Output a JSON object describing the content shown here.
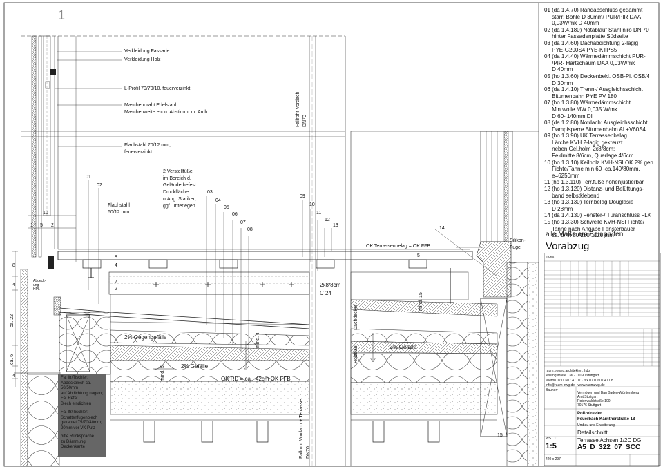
{
  "sheet": {
    "corner_number": "1"
  },
  "labels": {
    "verkleidung_fassade": "Verkleidung Fassade",
    "verkleidung_holz": "Verkleidung Holz",
    "l_profil": "L-Profil 70/70/10, feuerverzinkt",
    "maschendraht_1": "Maschendraht Edelstahl",
    "maschendraht_2": "Maschenweite etc n. Abstimm. m. Arch.",
    "fallrohr_top": "Fallrohr Vordach",
    "fallrohr_top_dn": "DN70",
    "flachstahl_70_1": "Flachstahl 70/12 mm,",
    "flachstahl_70_2": "feuerverzinkt",
    "versteller_1": "2 Verstellfüße",
    "versteller_2": "im Bereich d.",
    "versteller_3": "Geländerbefest.",
    "versteller_4": "Druckfläche",
    "versteller_5": "n.Ang. Statiker;",
    "versteller_6": "ggf. unterlegen",
    "flachstahl_60_1": "Flachstahl",
    "flachstahl_60_2": "60/12 mm",
    "ok_terrasse": "OK Terrassenbelag = OK FFB",
    "silikon_1": "Silikon-",
    "silikon_2": "Fuge",
    "holz_2x8": "2x8/8cm",
    "holz_c24": "C 24",
    "gefaelle_gegen": "2% Gegengefälle",
    "gefaelle_1": "2% Gefälle",
    "gefaelle_2": "2% Gefälle",
    "ok_rd": "OK RD = ca. -42cm OK FFB",
    "dachdecker": "Dachdecker",
    "holzbau": "Holzbau",
    "mind4": "mind. 4",
    "mind15": "mind. 15",
    "mind5": "mind. 5",
    "fallrohr_bottom": "Fallrohr Vordach + Terrasse",
    "fallrohr_bottom_dn": "DN70",
    "abdeck": "Abdeck-\nung\nHPL",
    "dim_ca22": "ca. 22",
    "dim_ca6": "ca. 6",
    "dim_8": "8",
    "dim_4a": "4",
    "dim_4b": "4",
    "dim_10": "10",
    "dim_1": "1",
    "dim_5": "5",
    "dim_2": "2",
    "dim_5b": "5",
    "dim_4c": "4",
    "dim_8b": "8",
    "dim_7": "7",
    "dim_2b": "2",
    "num_15": "15",
    "num_14": "14"
  },
  "callouts": [
    "01",
    "02",
    "03",
    "04",
    "05",
    "06",
    "07",
    "08",
    "09",
    "10",
    "11",
    "12",
    "13"
  ],
  "dark_note": [
    "Fa. Ifr/Tischler:",
    "Abdeckblech ca. 50/50mm",
    "auf Abdichtung nageln;",
    "Fa. Refa:",
    "Blech eindichten",
    "",
    "Fa. Ifr/Tischler:",
    "Schattenfugenblech",
    "gekantet 75/70/40mm;",
    "20mm vor VK Putz",
    "",
    "bitte Rücksprache",
    "zu Dämmung",
    "Deckenkante"
  ],
  "legend": [
    "01 (da 1.4.70) Randabschluss gedämmt",
    "     starr: Bohle D 30mm/ PUR/PIR DAA",
    "     0,03W/mk D 40mm",
    "02 (da 1.4.180) Notablauf Stahl niro DN 70",
    "     hinter Fassadenplatte Südseite",
    "03 (da 1.4.60) Dachabdichtung 2-lagig",
    "     PYE-G200S4 PYE-KTPS5",
    "04 (da 1.4.40) Wärmedämmschicht PUR-",
    "     /PIR- Hartschaum DAA 0,03W/mk",
    "     D 40mm",
    "05 (ho 1.3.60) Deckenbekl. OSB-Pl. OSB/4",
    "     D 30mm",
    "06 (da 1.4.10) Trenn-/ Ausgleichsschicht",
    "     Bitumenbahn PYE PV 180",
    "07 (ho 1.3.80) Wärmedämmschicht",
    "     Min.wolle MW 0,035 W/mk",
    "     D 60- 140mm DI",
    "08 (da 1.2.80) Notdach: Ausgleichsschicht",
    "     Dampfsperre Bitumenbahn AL+V60S4",
    "09 (ho 1.3.90) UK Terrassenbelag",
    "     Lärche KVH 2-lagig gekreuzt",
    "     neben Gel.holm 2x8/8cm;",
    "     Feldmitte 8/6cm, Querlage 4/6cm",
    "10 (ho 1.3.10) Keilholz KVH-NSI OK 2% gen.",
    "     Fichte/Tanne min 60 -ca.140/80mm,",
    "     e=6250mm",
    "11 (ho 1.3.110) Terr.füße höhenjustierbar",
    "12 (ho 1.3.120) Distanz- und Belüftungs-",
    "     band selbstklebend",
    "13 (ho 1.3.130) Terr.belag Douglasie",
    "     D 28mm",
    "14 (da 1.4.130) Fenster-/ Türanschluss FLK",
    "15 (ho 1.3.30) Schwelle KVH-NSI Fichte/",
    "     Tanne nach Angabe Fensterbauer",
    "     ca. b/h/l 80/280/1120 mm"
  ],
  "note": "alle Maße am Bau prüfen",
  "stamp": "Vorabzug",
  "titleblock": {
    "architect": "raum.zwang.architekten. hdo",
    "street": "lessingstraße 136 · 70190 stuttgart",
    "phone": "telefon 0711.607 47 07 · fax 0711.607 47 08",
    "mail": "info@raum-zwg.de · www.raumzwg.de",
    "bauherr_label": "Bauherr",
    "bauherr_1": "Vermögen und Bau Baden-Württemberg",
    "bauherr_2": "Amt Stuttgart",
    "bauherr_3": "Rotenwaldstraße 100",
    "bauherr_4": "70176 Stuttgart",
    "project_1": "Polizeirevier",
    "project_2": "Feuerbach Kärntnerstraße 18",
    "project_3": "Umbau und Erweiterung",
    "title": "Detailschnitt",
    "subtitle": "Terrasse Achsen 1/2C DG",
    "plan_no": "A5_D_322_07_SCC",
    "scale": "1:5",
    "phase": "WST 11",
    "format": "420 x 297",
    "revision_header": "Index"
  }
}
